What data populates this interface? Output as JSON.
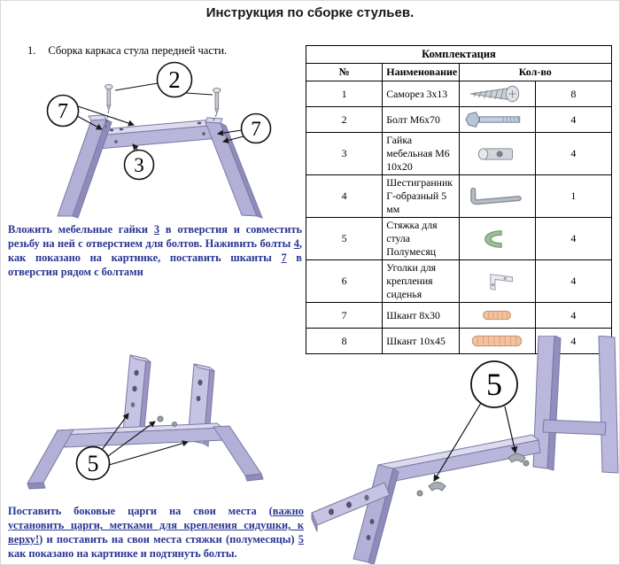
{
  "title": "Инструкция по сборке стульев.",
  "colors": {
    "instruction_blue": "#283593",
    "wood_lavender": "#b9b6dc",
    "halfmoon_green": "#9cbd98",
    "dowel_tan": "#f2c3a0"
  },
  "step1": {
    "number": "1.",
    "heading": "Сборка каркаса стула передней части.",
    "callouts": [
      "2",
      "7",
      "7",
      "3"
    ],
    "instruction_parts": [
      "Вложить мебельные гайки ",
      "3",
      " в отверстия и совместить резьбу на ней с отверстием для болтов. Наживить болты ",
      "4",
      ", как показано на картинке, поставить шканты ",
      "7",
      " в отверстия рядом с болтами"
    ]
  },
  "step2": {
    "callout": "5",
    "instruction_parts": [
      "Поставить боковые царги на свои места (",
      "важно установить царги, метками для крепления сидушки, к верху!",
      ") и поставить на свои места стяжки (полумесяцы) ",
      "5",
      " как показано на картинке и подтянуть болты."
    ]
  },
  "step3": {
    "callout": "5"
  },
  "parts_table": {
    "title": "Комплектация",
    "headers": [
      "№",
      "Наименование",
      "Кол-во"
    ],
    "rows": [
      {
        "num": "1",
        "name": "Саморез 3х13",
        "icon": "screw-icon",
        "qty": "8"
      },
      {
        "num": "2",
        "name": "Болт  М6х70",
        "icon": "bolt-icon",
        "qty": "4"
      },
      {
        "num": "3",
        "name": "Гайка мебельная М6 10х20",
        "icon": "barrel-nut-icon",
        "qty": "4"
      },
      {
        "num": "4",
        "name": "Шестигранник Г-образный 5 мм",
        "icon": "hex-key-icon",
        "qty": "1"
      },
      {
        "num": "5",
        "name": "Стяжка для стула Полумесяц",
        "icon": "half-moon-bracket-icon",
        "qty": "4"
      },
      {
        "num": "6",
        "name": "Уголки для крепления сиденья",
        "icon": "corner-bracket-icon",
        "qty": "4"
      },
      {
        "num": "7",
        "name": "Шкант 8х30",
        "icon": "dowel-small-icon",
        "qty": "4"
      },
      {
        "num": "8",
        "name": "Шкант 10х45",
        "icon": "dowel-large-icon",
        "qty": "4"
      }
    ]
  }
}
